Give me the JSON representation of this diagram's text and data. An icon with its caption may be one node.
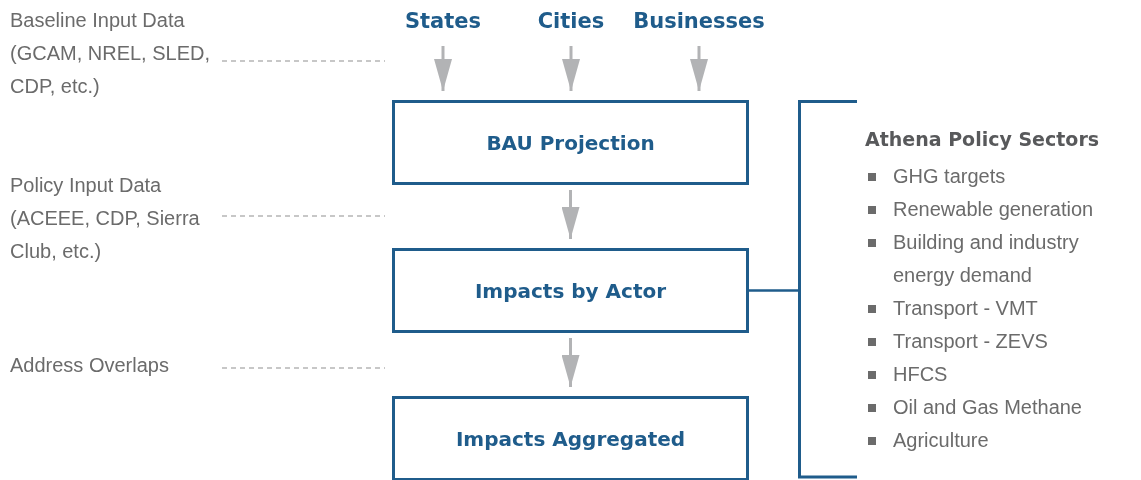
{
  "diagram": {
    "nodes": [
      {
        "text": [
          "States"
        ]
      },
      {
        "text": [
          "Cities"
        ]
      },
      {
        "text": [
          "Businesses"
        ]
      },
      {
        "text": [
          "BAU Projection"
        ]
      },
      {
        "text": [
          "Impacts by Actor"
        ]
      },
      {
        "text": [
          "Impacts Aggregated"
        ]
      },
      {
        "text": [
          "Athena Policy Sectors",
          "GHG targets",
          "Renewable generation",
          "Building and industry energy demand",
          "Transport - VMT",
          "Transport - ZEVS",
          "HFCS",
          "Oil and Gas Methane",
          "Agriculture"
        ]
      },
      {
        "text": [
          "Baseline Input Data (GCAM, NREL, SLED, CDP, etc.)"
        ]
      },
      {
        "text": [
          "Policy Input Data (ACEEE, CDP, Sierra Club, etc.)"
        ]
      },
      {
        "text": [
          "Address Overlaps"
        ]
      }
    ],
    "edges": [
      {
        "from": 0,
        "to": 3,
        "arrow": "to"
      },
      {
        "from": 1,
        "to": 3,
        "arrow": "to"
      },
      {
        "from": 2,
        "to": 3,
        "arrow": "to"
      },
      {
        "from": 3,
        "to": 4,
        "arrow": "to"
      },
      {
        "from": 4,
        "to": 5,
        "arrow": "to"
      },
      {
        "from": 4,
        "to": 6,
        "arrow": "none",
        "color": "#1f5c8b"
      },
      {
        "from": 7,
        "to": null,
        "arrow": "none",
        "style": "dashed"
      },
      {
        "from": 8,
        "to": null,
        "arrow": "none",
        "style": "dashed"
      },
      {
        "from": 9,
        "to": null,
        "arrow": "none",
        "style": "dashed"
      }
    ]
  }
}
